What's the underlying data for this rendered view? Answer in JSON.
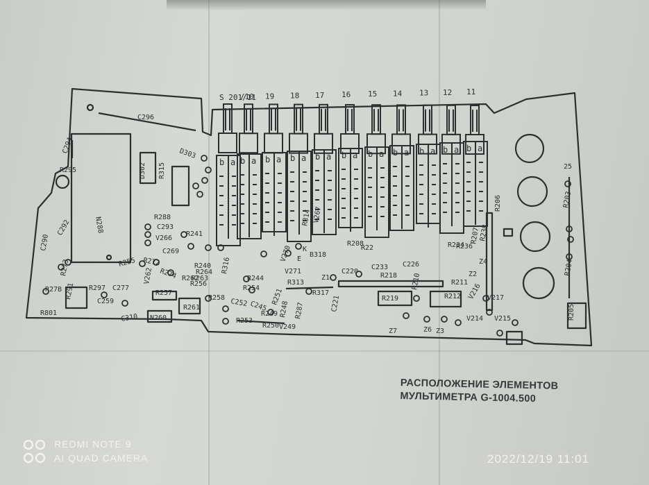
{
  "caption": {
    "line1": "РАСПОЛОЖЕНИЕ ЭЛЕМЕНТОВ",
    "line2": "МУЛЬТИМЕТРА G-1004.500"
  },
  "watermark": {
    "model": "REDMI NOTE 9",
    "camera": "AI QUAD CAMERA",
    "timestamp": "2022/12/19 11:01",
    "logo_icon": "dual-ring-logo-icon"
  },
  "switch_labels": [
    "S 201/11",
    "/10",
    "19",
    "18",
    "17",
    "16",
    "15",
    "14",
    "13",
    "12",
    "11"
  ],
  "contact_labels": [
    "b",
    "a"
  ],
  "components": [
    "C296",
    "C294",
    "R295",
    "C290",
    "C292",
    "N288",
    "D302",
    "R315",
    "D303",
    "R288",
    "C293",
    "V266",
    "C269",
    "R241",
    "R240",
    "R264",
    "R263",
    "R262",
    "R256",
    "R255",
    "R272",
    "R274",
    "V262",
    "R273",
    "R27B",
    "R291",
    "R801",
    "R297",
    "C277",
    "C259",
    "C310",
    "R257",
    "R261",
    "N260",
    "R258",
    "C252",
    "R253",
    "R254",
    "R244",
    "R316",
    "C245",
    "R250",
    "R249",
    "R251",
    "R248",
    "V249",
    "R313",
    "R287",
    "R317",
    "V270",
    "V271",
    "B318",
    "R314",
    "V267",
    "C220",
    "C233",
    "R218",
    "R219",
    "C221",
    "C226",
    "R210",
    "R211",
    "R212",
    "V216",
    "V217",
    "V214",
    "V215",
    "R203",
    "R204",
    "R205",
    "R206",
    "R207",
    "R238",
    "R236",
    "R234",
    "R208",
    "R22",
    "Z1",
    "Z2",
    "Z3",
    "Z4",
    "Z6",
    "Z7",
    "K",
    "E",
    "25"
  ]
}
